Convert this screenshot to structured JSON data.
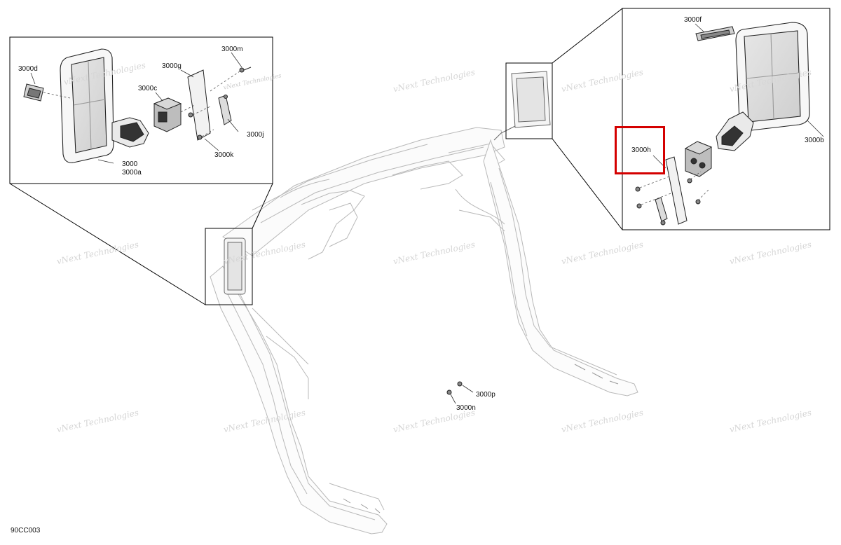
{
  "diagram": {
    "figure_code": "90CC003",
    "watermark_text": "vNext Technologies",
    "left_callout_labels": {
      "d": "3000d",
      "m": "3000m",
      "g": "3000g",
      "c": "3000c",
      "j": "3000j",
      "k": "3000k",
      "main": "3000",
      "a": "3000a"
    },
    "right_callout_labels": {
      "f": "3000f",
      "h": "3000h",
      "b": "3000b"
    },
    "frame_labels": {
      "p": "3000p",
      "n": "3000n"
    },
    "highlighted_part": "3000h",
    "highlight_color": "#d40000"
  }
}
